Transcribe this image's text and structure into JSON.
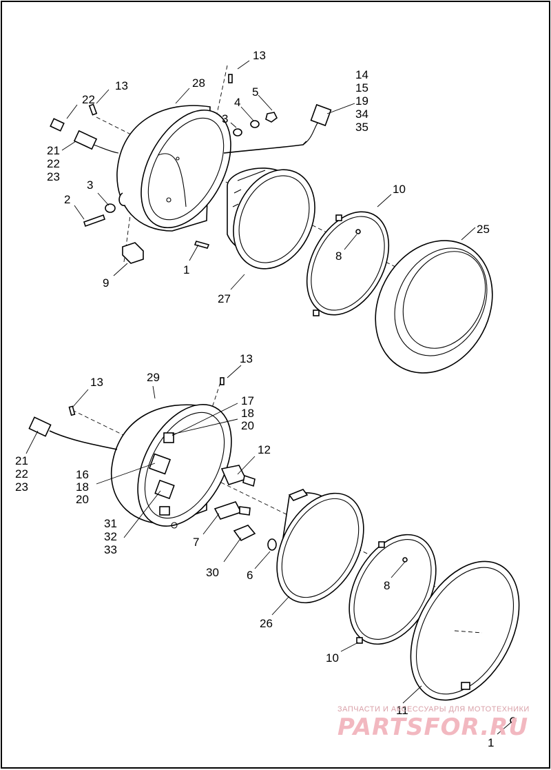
{
  "callouts": [
    {
      "id": "c13a",
      "text": "13"
    },
    {
      "id": "c22a",
      "text": "22"
    },
    {
      "id": "c13b",
      "text": "13"
    },
    {
      "id": "c28",
      "text": "28"
    },
    {
      "id": "c14",
      "text": "14"
    },
    {
      "id": "c15",
      "text": "15"
    },
    {
      "id": "c19",
      "text": "19"
    },
    {
      "id": "c34",
      "text": "34"
    },
    {
      "id": "c35",
      "text": "35"
    },
    {
      "id": "c5",
      "text": "5"
    },
    {
      "id": "c4",
      "text": "4"
    },
    {
      "id": "c3a",
      "text": "3"
    },
    {
      "id": "c21a",
      "text": "21"
    },
    {
      "id": "c22b",
      "text": "22"
    },
    {
      "id": "c23a",
      "text": "23"
    },
    {
      "id": "c3b",
      "text": "3"
    },
    {
      "id": "c2",
      "text": "2"
    },
    {
      "id": "c10a",
      "text": "10"
    },
    {
      "id": "c25",
      "text": "25"
    },
    {
      "id": "c8a",
      "text": "8"
    },
    {
      "id": "c1a",
      "text": "1"
    },
    {
      "id": "c9",
      "text": "9"
    },
    {
      "id": "c27",
      "text": "27"
    },
    {
      "id": "c13c",
      "text": "13"
    },
    {
      "id": "c13d",
      "text": "13"
    },
    {
      "id": "c29",
      "text": "29"
    },
    {
      "id": "c17",
      "text": "17"
    },
    {
      "id": "c18a",
      "text": "18"
    },
    {
      "id": "c20a",
      "text": "20"
    },
    {
      "id": "c12",
      "text": "12"
    },
    {
      "id": "c21b",
      "text": "21"
    },
    {
      "id": "c22c",
      "text": "22"
    },
    {
      "id": "c23b",
      "text": "23"
    },
    {
      "id": "c16",
      "text": "16"
    },
    {
      "id": "c18b",
      "text": "18"
    },
    {
      "id": "c20b",
      "text": "20"
    },
    {
      "id": "c31",
      "text": "31"
    },
    {
      "id": "c32",
      "text": "32"
    },
    {
      "id": "c33",
      "text": "33"
    },
    {
      "id": "c7",
      "text": "7"
    },
    {
      "id": "c30",
      "text": "30"
    },
    {
      "id": "c6",
      "text": "6"
    },
    {
      "id": "c8b",
      "text": "8"
    },
    {
      "id": "c26",
      "text": "26"
    },
    {
      "id": "c10b",
      "text": "10"
    },
    {
      "id": "c11",
      "text": "11"
    },
    {
      "id": "c1b",
      "text": "1"
    }
  ],
  "watermark": {
    "tagline": "ЗАПЧАСТИ И АКСЕССУАРЫ ДЛЯ МОТОТЕХНИКИ",
    "brand": "PARTSFOR.RU"
  }
}
